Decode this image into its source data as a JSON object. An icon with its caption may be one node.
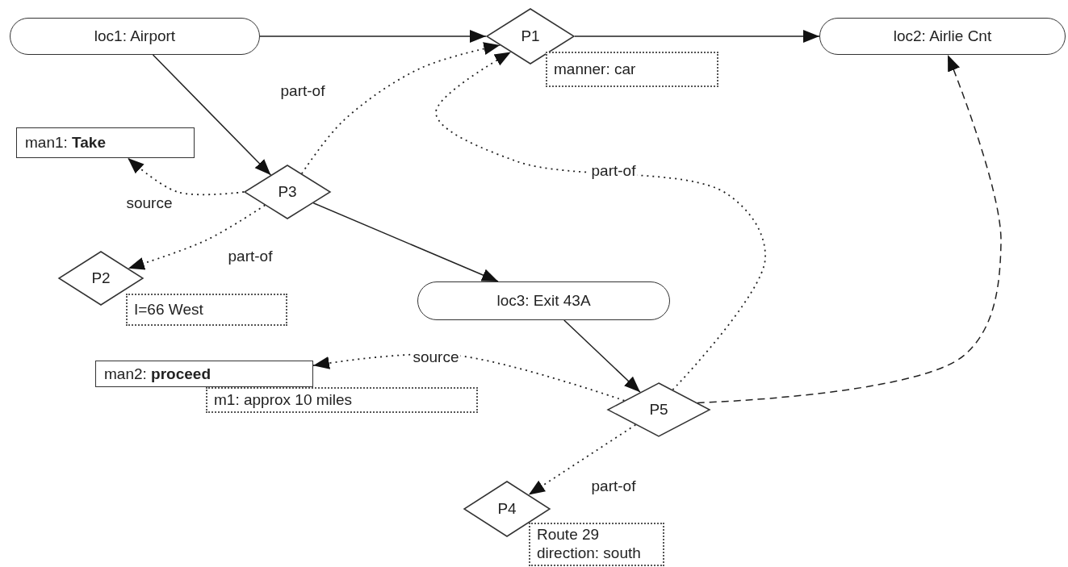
{
  "diagram": {
    "nodes": [
      {
        "text": [
          "loc1: Airport"
        ]
      },
      {
        "text": [
          "P1"
        ]
      },
      {
        "text": [
          "manner: car"
        ]
      },
      {
        "text": [
          "loc2: Airlie Cnt"
        ]
      },
      {
        "text": [
          "man1: **Take**"
        ]
      },
      {
        "text": [
          "P3"
        ]
      },
      {
        "text": [
          "P2"
        ]
      },
      {
        "text": [
          "I=66 West"
        ]
      },
      {
        "text": [
          "loc3: Exit 43A"
        ]
      },
      {
        "text": [
          "man2: **proceed**"
        ]
      },
      {
        "text": [
          "m1: approx 10 miles"
        ]
      },
      {
        "text": [
          "P5"
        ]
      },
      {
        "text": [
          "P4"
        ]
      },
      {
        "text": [
          "Route 29 direction: south"
        ]
      }
    ],
    "edges": [
      {
        "from": 0,
        "to": 1,
        "arrow": "to"
      },
      {
        "from": 1,
        "to": 3,
        "arrow": "to"
      },
      {
        "from": 0,
        "to": 5,
        "arrow": "to"
      },
      {
        "from": 5,
        "to": 8,
        "arrow": "to"
      },
      {
        "from": 8,
        "to": 11,
        "arrow": "to"
      },
      {
        "from": 5,
        "to": 4,
        "arrow": "to",
        "label": "source",
        "style": "dashed"
      },
      {
        "from": 5,
        "to": 1,
        "arrow": "to",
        "label": "part-of",
        "style": "dashed"
      },
      {
        "from": 5,
        "to": 6,
        "arrow": "to",
        "label": "part-of",
        "style": "dashed"
      },
      {
        "from": 11,
        "to": 1,
        "arrow": "to",
        "label": "part-of",
        "style": "dashed"
      },
      {
        "from": 11,
        "to": 9,
        "arrow": "to",
        "label": "source",
        "style": "dashed"
      },
      {
        "from": 11,
        "to": 12,
        "arrow": "to",
        "label": "part-of",
        "style": "dashed"
      },
      {
        "from": 11,
        "to": 3,
        "arrow": "to",
        "style": "dashed"
      }
    ]
  }
}
